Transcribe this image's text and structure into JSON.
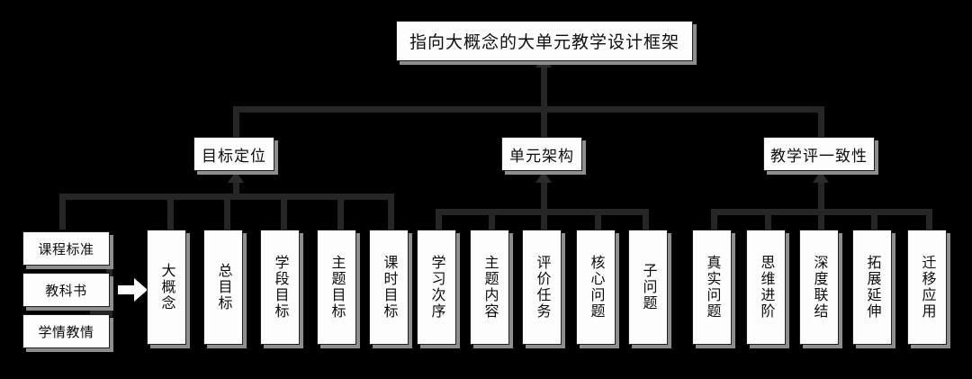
{
  "diagram": {
    "type": "hierarchy-tree",
    "background_color": "#000000",
    "node_fill": "#fdfdfd",
    "node_border": "#1f1f1f",
    "connector_color": "#262626",
    "shadow_color": "#8e8e8e",
    "title": "指向大概念的大单元教学设计框架",
    "branches": [
      {
        "id": "branch-goal",
        "label": "目标定位",
        "leaves": [
          {
            "label": "大概念"
          },
          {
            "label": "总目标"
          },
          {
            "label": "学段目标"
          },
          {
            "label": "主题目标"
          },
          {
            "label": "课时目标"
          }
        ]
      },
      {
        "id": "branch-unit",
        "label": "单元架构",
        "leaves": [
          {
            "label": "学习次序"
          },
          {
            "label": "主题内容"
          },
          {
            "label": "评价任务"
          },
          {
            "label": "核心问题"
          },
          {
            "label": "子问题"
          }
        ]
      },
      {
        "id": "branch-consistency",
        "label": "教学评一致性",
        "leaves": [
          {
            "label": "真实问题"
          },
          {
            "label": "思维进阶"
          },
          {
            "label": "深度联结"
          },
          {
            "label": "拓展延伸"
          },
          {
            "label": "迁移应用"
          }
        ]
      }
    ],
    "sources": {
      "arrow_icon": "right-block-arrow-icon",
      "items": [
        {
          "label": "课程标准"
        },
        {
          "label": "教科书"
        },
        {
          "label": "学情教情"
        }
      ]
    }
  }
}
